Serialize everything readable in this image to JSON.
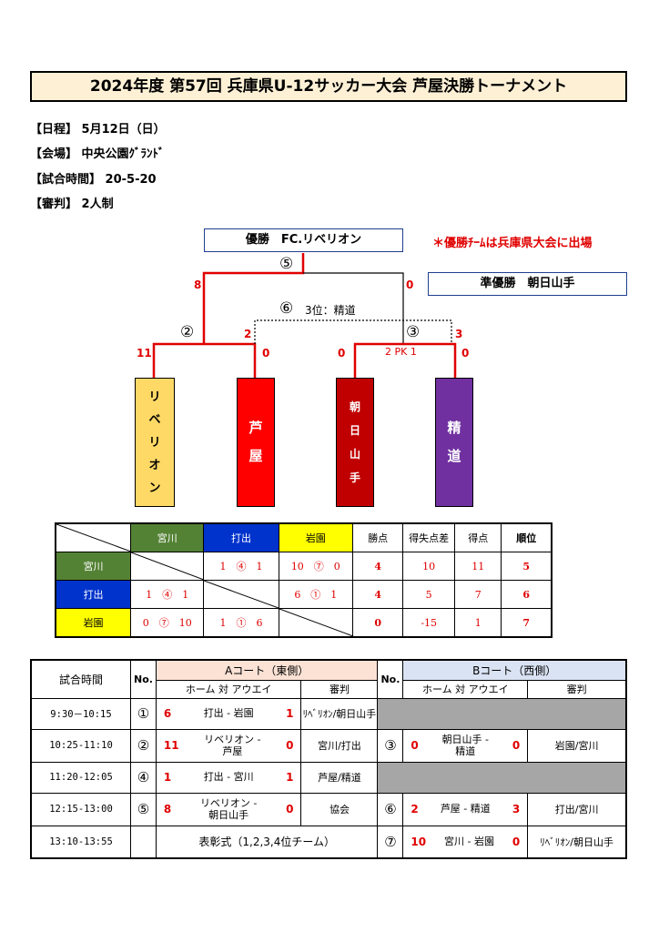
{
  "title": "2024年度 第57回 兵庫県U-12サッカー大会 芦屋決勝トーナメント",
  "info": [
    {
      "label": "【日程】",
      "value": "5月12日（日）"
    },
    {
      "label": "【会場】",
      "value": "中央公園ｸﾞﾗﾝﾄﾞ"
    },
    {
      "label": "【試合時間】",
      "value": "20-5-20"
    },
    {
      "label": "【審判】",
      "value": "2人制"
    }
  ],
  "bracket": {
    "champion_label": "優勝　FC.リベリオン",
    "runner_up_label": "準優勝　朝日山手",
    "note": "＊優勝ﾁｰﾑは兵庫県大会に出場",
    "third_place": "3位：精道",
    "final_no": "⑤",
    "third_no": "⑥",
    "semi_left_no": "②",
    "semi_right_no": "③",
    "final_left_score": "8",
    "final_right_score": "0",
    "semi_left_a": "11",
    "semi_left_b": "2",
    "semi_right_a": "3",
    "team_scores": [
      "",
      "0",
      "0",
      "0"
    ],
    "pk": "2 PK 1",
    "teams": [
      {
        "name": [
          "リ",
          "ベ",
          "リ",
          "オ",
          "ン"
        ],
        "color": "#ffd966"
      },
      {
        "name": [
          "芦",
          "屋"
        ],
        "color": "#ff0000"
      },
      {
        "name": [
          "朝",
          "日",
          "山",
          "手"
        ],
        "color": "#c00000"
      },
      {
        "name": [
          "精",
          "道"
        ],
        "color": "#7030a0"
      }
    ]
  },
  "league": {
    "headers": [
      "宮川",
      "打出",
      "岩園",
      "勝点",
      "得失点差",
      "得点",
      "順位"
    ],
    "header_colors": [
      "#548235",
      "#0033cc",
      "#ffff00"
    ],
    "rows": [
      {
        "team": "宮川",
        "color": "#548235",
        "cells": [
          "",
          "1　④　1",
          "10　⑦　0"
        ],
        "points": "4",
        "diff": "10",
        "goals": "11",
        "rank": "5"
      },
      {
        "team": "打出",
        "color": "#0033cc",
        "cells": [
          "1　④　1",
          "",
          "6　①　1"
        ],
        "points": "4",
        "diff": "5",
        "goals": "7",
        "rank": "6"
      },
      {
        "team": "岩園",
        "color": "#ffff00",
        "cells": [
          "0　⑦　10",
          "1　①　6",
          ""
        ],
        "points": "0",
        "diff": "-15",
        "goals": "1",
        "rank": "7"
      }
    ]
  },
  "schedule": {
    "h_time": "試合時間",
    "h_no": "No.",
    "court_a": "Aコート（東側）",
    "court_b": "Bコート（西側）",
    "h_match": "ホーム 対 アウエイ",
    "h_ref": "審判",
    "rows": [
      {
        "time": "9:30－10:15",
        "a_no": "①",
        "a_home": "6",
        "a_match": "打出 - 岩園",
        "a_away": "1",
        "a_ref": "ﾘﾍﾞﾘｵﾝ/朝日山手",
        "b_no": "",
        "b_home": "",
        "b_match": "",
        "b_away": "",
        "b_ref": "",
        "b_gray": true
      },
      {
        "time": "10:25-11:10",
        "a_no": "②",
        "a_home": "11",
        "a_match": "リベリオン -\n芦屋",
        "a_away": "0",
        "a_ref": "宮川/打出",
        "b_no": "③",
        "b_home": "0",
        "b_match": "朝日山手 -\n精道",
        "b_away": "0",
        "b_ref": "岩園/宮川",
        "b_gray": false
      },
      {
        "time": "11:20-12:05",
        "a_no": "④",
        "a_home": "1",
        "a_match": "打出 - 宮川",
        "a_away": "1",
        "a_ref": "芦屋/精道",
        "b_no": "",
        "b_home": "",
        "b_match": "",
        "b_away": "",
        "b_ref": "",
        "b_gray": true
      },
      {
        "time": "12:15-13:00",
        "a_no": "⑤",
        "a_home": "8",
        "a_match": "リベリオン -\n朝日山手",
        "a_away": "0",
        "a_ref": "協会",
        "b_no": "⑥",
        "b_home": "2",
        "b_match": "芦屋 - 精道",
        "b_away": "3",
        "b_ref": "打出/宮川",
        "b_gray": false
      },
      {
        "time": "13:10-13:55",
        "ceremony": "表彰式（1,2,3,4位チーム）",
        "b_no": "⑦",
        "b_home": "10",
        "b_match": "宮川 - 岩園",
        "b_away": "0",
        "b_ref": "ﾘﾍﾞﾘｵﾝ/朝日山手",
        "b_gray": false
      }
    ]
  }
}
